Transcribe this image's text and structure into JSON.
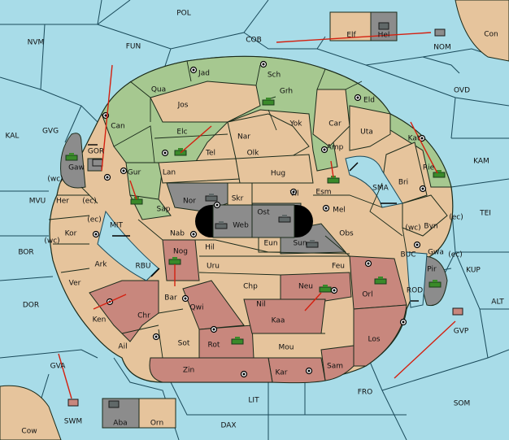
{
  "colors": {
    "sea": "#a8dce8",
    "neutral": "#e6c49c",
    "green_power": "#a6c890",
    "red_power": "#c8877d",
    "gray_power": "#8c8c8c",
    "black_center": "#000000",
    "arrow": "#d42010",
    "unit_green": "#3a8a2a",
    "unit_gray": "#606868"
  },
  "sea_labels": [
    "POL",
    "NVM",
    "FUN",
    "COB",
    "NOM",
    "Con",
    "KAL",
    "GVG",
    "OVD",
    "KAM",
    "TEI",
    "MVU",
    "MIT",
    "BOR",
    "RBU",
    "SMA",
    "BUC",
    "KUP",
    "DOR",
    "ROD",
    "ALT",
    "GVP",
    "GVA",
    "FRO",
    "SOM",
    "SWM",
    "LIT",
    "DAX",
    "Cow"
  ],
  "coast_labels": [
    "(wc)",
    "(ec)",
    "(ec)",
    "(wc)",
    "(wc)",
    "(ec)",
    "(ec)"
  ],
  "land_labels": [
    "Jad",
    "Sch",
    "Qua",
    "Grh",
    "Jos",
    "Elf",
    "Hel",
    "Eld",
    "Can",
    "Yok",
    "Car",
    "Elc",
    "Nar",
    "Uta",
    "Tel",
    "Olk",
    "Amp",
    "Kat",
    "GOR",
    "Gaw",
    "Gur",
    "Lan",
    "Hug",
    "Bri",
    "Rie",
    "Esm",
    "Nor",
    "Skr",
    "Vil",
    "Her",
    "Sap",
    "Ost",
    "Web",
    "Mel",
    "Byn",
    "Kor",
    "Nab",
    "Eun",
    "Sun",
    "Obs",
    "Gwa",
    "Hil",
    "Nog",
    "Ark",
    "Uru",
    "Feu",
    "Pir",
    "Ver",
    "Chp",
    "Neu",
    "Orl",
    "Bar",
    "Qwi",
    "Nil",
    "Ken",
    "Chr",
    "Kaa",
    "Ail",
    "Sot",
    "Rot",
    "Mou",
    "Los",
    "Zin",
    "Kar",
    "Sam",
    "Aba",
    "Orn"
  ]
}
